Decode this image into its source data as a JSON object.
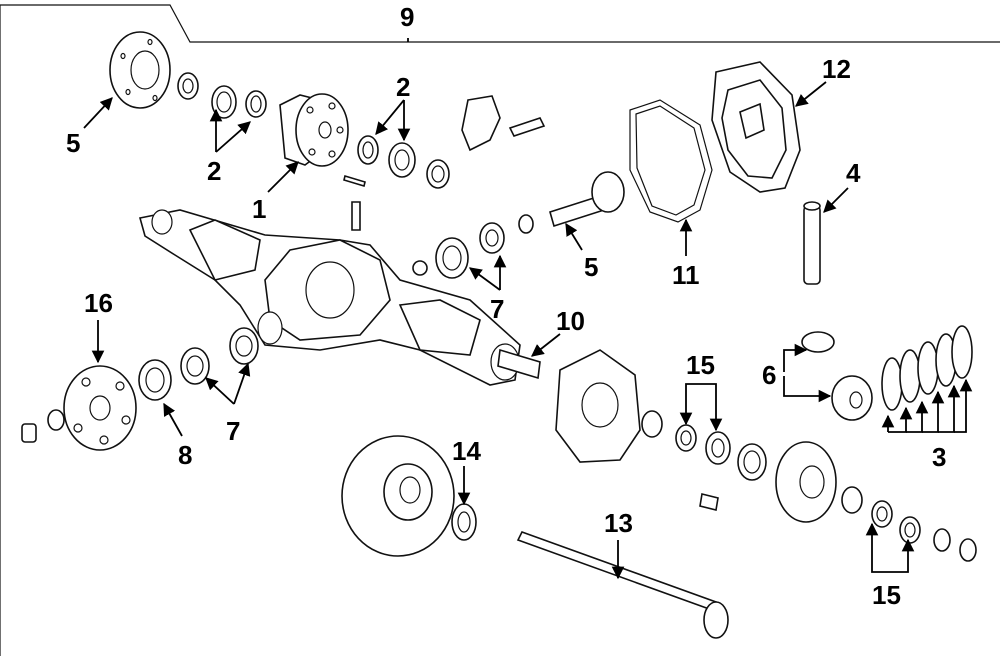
{
  "callouts": {
    "c1": "1",
    "c2a": "2",
    "c2b": "2",
    "c3": "3",
    "c4": "4",
    "c5a": "5",
    "c5b": "5",
    "c6": "6",
    "c7a": "7",
    "c7b": "7",
    "c8": "8",
    "c9": "9",
    "c10": "10",
    "c11": "11",
    "c12": "12",
    "c13": "13",
    "c14": "14",
    "c15a": "15",
    "c15b": "15",
    "c16": "16"
  },
  "colors": {
    "line": "#111111",
    "background": "#ffffff"
  }
}
